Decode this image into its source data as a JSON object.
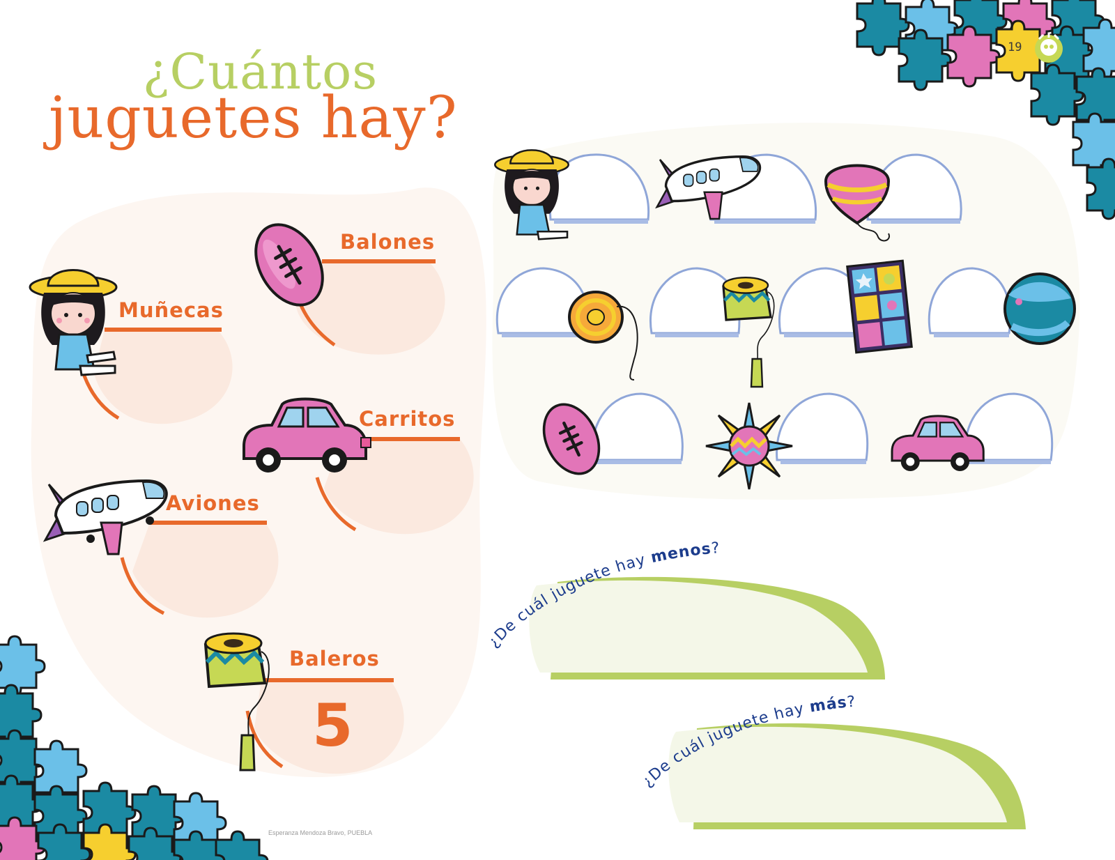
{
  "page": {
    "number": "19",
    "credit": "Esperanza Mendoza Bravo, PUEBLA"
  },
  "title": {
    "line1": "¿Cuántos",
    "line2": "juguetes hay?"
  },
  "counts": [
    {
      "label": "Balones",
      "icon": "football-icon",
      "answer": ""
    },
    {
      "label": "Muñecas",
      "icon": "doll-icon",
      "answer": ""
    },
    {
      "label": "Carritos",
      "icon": "car-icon",
      "answer": ""
    },
    {
      "label": "Aviones",
      "icon": "airplane-icon",
      "answer": ""
    },
    {
      "label": "Baleros",
      "icon": "balero-icon",
      "answer": "5"
    }
  ],
  "toy_grid": [
    [
      "doll-icon",
      "airplane-icon",
      "spinning-top-icon"
    ],
    [
      "yoyo-icon",
      "balero-icon",
      "loteria-card-icon",
      "beach-ball-icon"
    ],
    [
      "football-icon",
      "pinata-icon",
      "car-icon"
    ]
  ],
  "questions": [
    {
      "prefix": "¿De cuál juguete hay ",
      "emphasis": "menos",
      "suffix": "?"
    },
    {
      "prefix": "¿De cuál juguete hay ",
      "emphasis": "más",
      "suffix": "?"
    }
  ],
  "colors": {
    "orange": "#e8692b",
    "green": "#b7cf63",
    "navy": "#1c3c8c",
    "teal": "#1b8aa3",
    "pink": "#e275b8"
  }
}
